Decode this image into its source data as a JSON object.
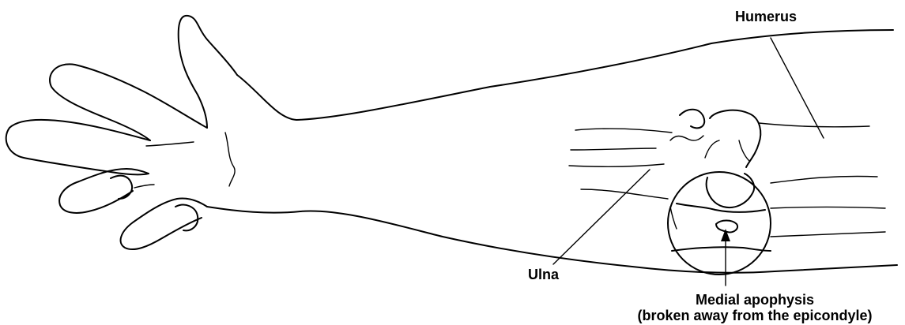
{
  "labels": {
    "humerus": "Humerus",
    "ulna": "Ulna",
    "apophysis_line1": "Medial apophysis",
    "apophysis_line2": "(broken away from the epicondyle)"
  }
}
